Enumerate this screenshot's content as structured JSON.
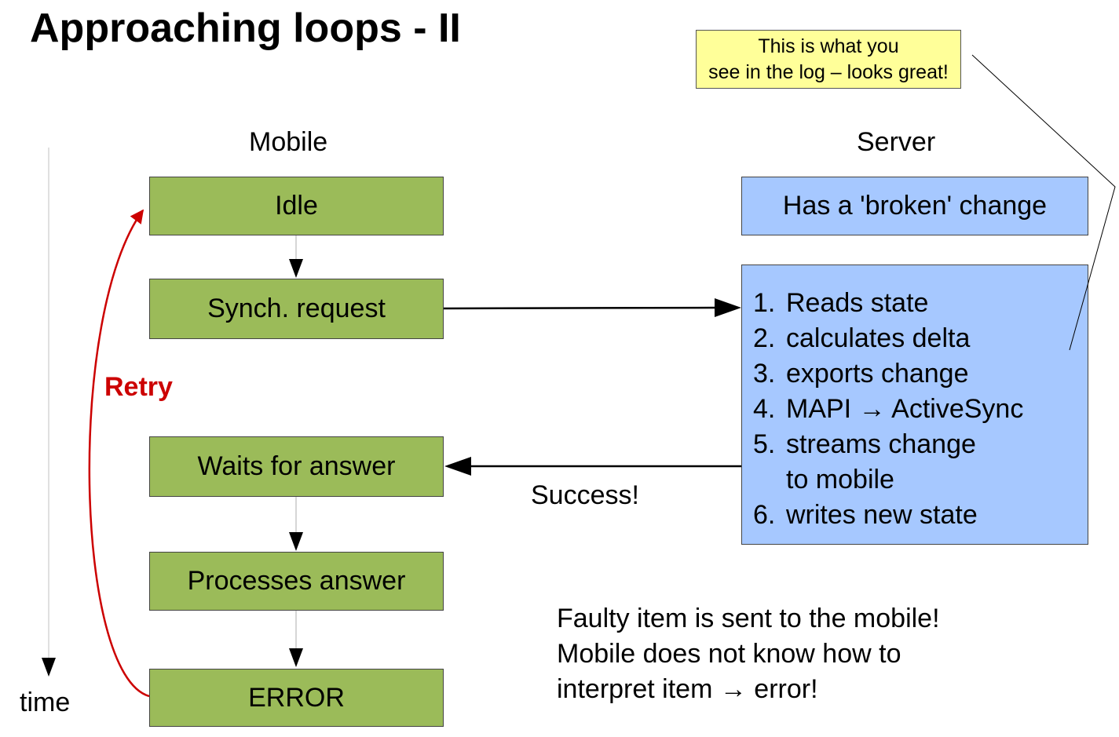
{
  "title": "Approaching loops - II",
  "columns": {
    "mobile": "Mobile",
    "server": "Server"
  },
  "mobile_states": [
    "Idle",
    "Synch. request",
    "Waits for answer",
    "Processes answer",
    "ERROR"
  ],
  "server": {
    "state": "Has a 'broken' change",
    "steps": [
      {
        "num": "1.",
        "text": "Reads state"
      },
      {
        "num": "2.",
        "text": "calculates delta"
      },
      {
        "num": "3.",
        "text": "exports change"
      },
      {
        "num": "4.",
        "text": "MAPI → ActiveSync"
      },
      {
        "num": "5.",
        "text": "streams change"
      },
      {
        "num": "",
        "text": "to mobile"
      },
      {
        "num": "6.",
        "text": "writes new state"
      }
    ]
  },
  "callout": {
    "line1": "This is what you",
    "line2": "see in the log – looks great!"
  },
  "labels": {
    "retry": "Retry",
    "success": "Success!",
    "time": "time"
  },
  "conclusion": [
    "Faulty item is sent to the mobile!",
    "Mobile does not know how to",
    "interpret item → error!"
  ],
  "colors": {
    "mobile_box": "#9bbb59",
    "server_box": "#a6c8ff",
    "callout_bg": "#ffff99",
    "retry": "#cc0000"
  }
}
